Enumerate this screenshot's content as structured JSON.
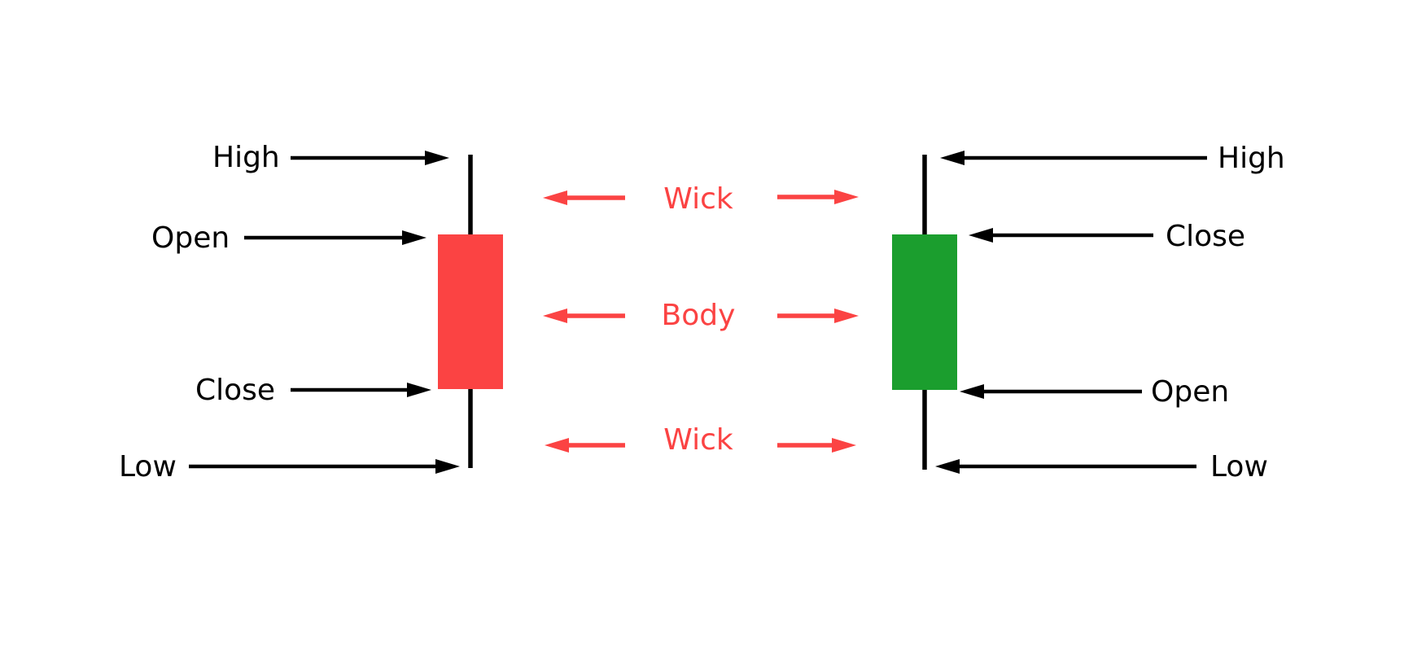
{
  "colors": {
    "background": "#ffffff",
    "label_text": "#000000",
    "wick_line": "#000000",
    "bearish_body": "#fb4343",
    "bullish_body": "#1b9e2e",
    "annotation": "#fb4343"
  },
  "bearish_candle": {
    "labels": {
      "high": "High",
      "open": "Open",
      "close": "Close",
      "low": "Low"
    }
  },
  "bullish_candle": {
    "labels": {
      "high": "High",
      "close": "Close",
      "open": "Open",
      "low": "Low"
    }
  },
  "annotations": {
    "wick_top": "Wick",
    "body": "Body",
    "wick_bottom": "Wick"
  }
}
